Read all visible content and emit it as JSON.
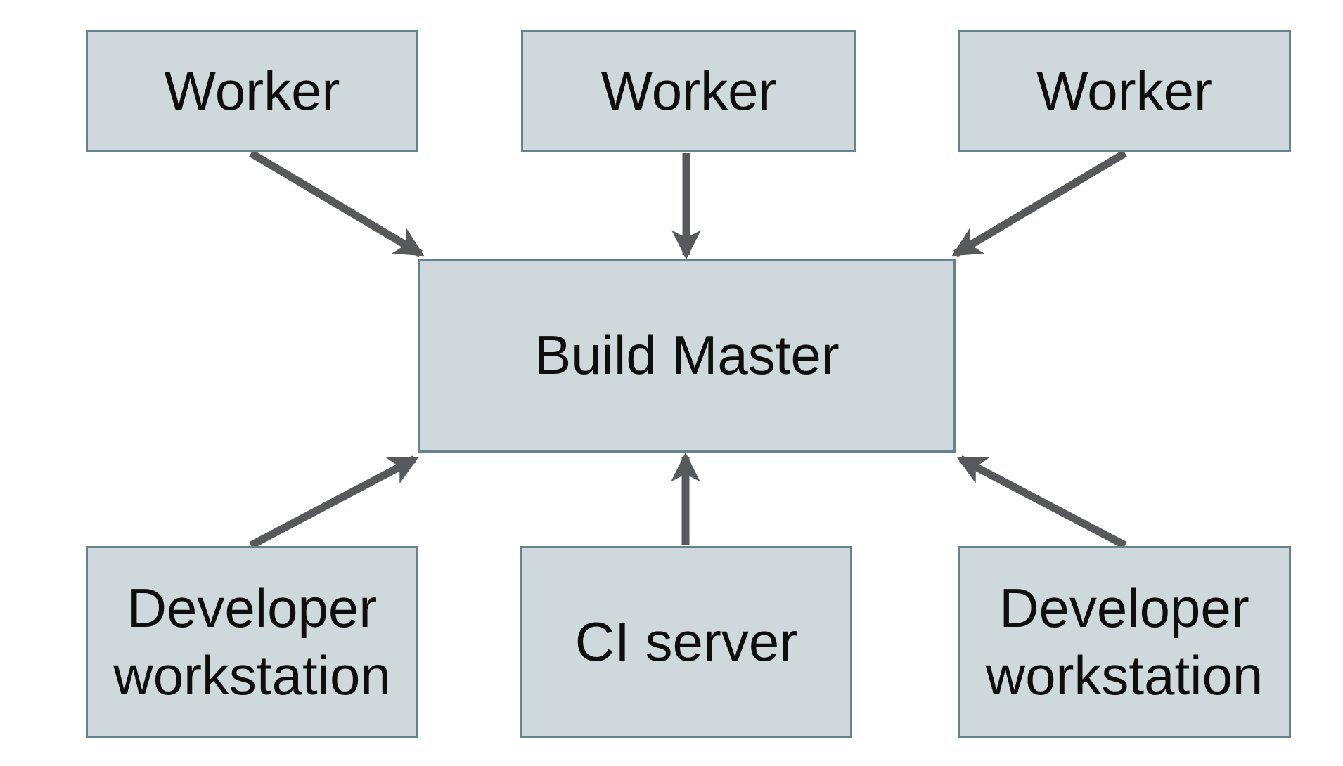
{
  "diagram": {
    "boxes": [
      {
        "id": "worker-1",
        "label": "Worker"
      },
      {
        "id": "worker-2",
        "label": "Worker"
      },
      {
        "id": "worker-3",
        "label": "Worker"
      },
      {
        "id": "build-master",
        "label": "Build Master"
      },
      {
        "id": "developer-workstation-left",
        "label": "Developer workstation"
      },
      {
        "id": "ci-server",
        "label": "CI server"
      },
      {
        "id": "developer-workstation-right",
        "label": "Developer workstation"
      }
    ],
    "edges": [
      {
        "from": "worker-1",
        "to": "build-master"
      },
      {
        "from": "worker-2",
        "to": "build-master"
      },
      {
        "from": "worker-3",
        "to": "build-master"
      },
      {
        "from": "developer-workstation-left",
        "to": "build-master"
      },
      {
        "from": "ci-server",
        "to": "build-master"
      },
      {
        "from": "developer-workstation-right",
        "to": "build-master"
      }
    ],
    "colors": {
      "background": "#ffffff",
      "box_fill": "#cfd8db",
      "box_border": "#66828f",
      "arrow": "#58595b",
      "text": "#0e0e0e"
    }
  }
}
